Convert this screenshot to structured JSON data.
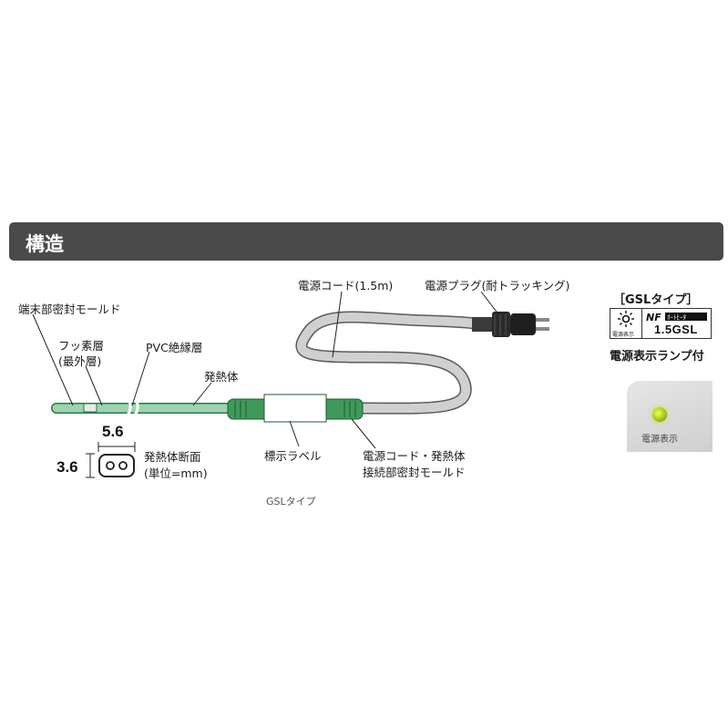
{
  "header": {
    "title": "構造"
  },
  "labels": {
    "end_mold": "端末部密封モールド",
    "fluoro_layer_1": "フッ素層",
    "fluoro_layer_2": "(最外層)",
    "pvc_layer": "PVC絶縁層",
    "heater": "発熱体",
    "power_cord": "電源コード(1.5m)",
    "power_plug": "電源プラグ(耐トラッキング)",
    "indicator_label": "標示ラベル",
    "joint_mold_1": "電源コード・発熱体",
    "joint_mold_2": "接続部密封モールド"
  },
  "cross_section": {
    "width": "5.6",
    "height": "3.6",
    "caption_1": "発熱体断面",
    "caption_2": "(単位=mm)"
  },
  "caption": "GSLタイプ",
  "gsl": {
    "title": "［GSLタイプ］",
    "badge_sub": "電源表示",
    "badge_model": "1.5GSL",
    "lamp_caption": "電源表示ランプ付",
    "lamp_text": "電源表示"
  },
  "colors": {
    "header_bg": "#4a4a4a",
    "heater_green": "#8fc9a4",
    "mold_green": "#3f9a5a",
    "cord_gray": "#c9c9c9",
    "plug_dark": "#2a2a2a"
  }
}
